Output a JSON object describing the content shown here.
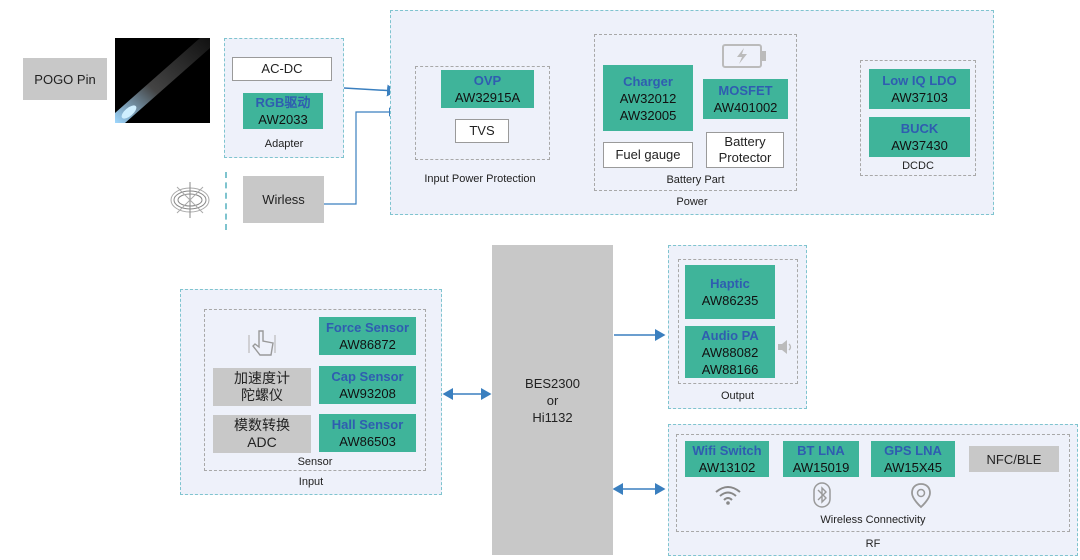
{
  "pogo": {
    "label": "POGO Pin"
  },
  "adapter": {
    "acdc": "AC-DC",
    "rgb_title": "RGB驱动",
    "rgb_part": "AW2033",
    "caption": "Adapter"
  },
  "wireless": {
    "label": "Wirless"
  },
  "power": {
    "caption": "Power",
    "input_protection": {
      "caption": "Input Power Protection",
      "ovp_title": "OVP",
      "ovp_part": "AW32915A",
      "tvs": "TVS"
    },
    "battery": {
      "caption": "Battery Part",
      "charger_title": "Charger",
      "charger_parts": [
        "AW32012",
        "AW32005"
      ],
      "mosfet_title": "MOSFET",
      "mosfet_part": "AW401002",
      "fuel_gauge": "Fuel gauge",
      "protector": [
        "Battery",
        "Protector"
      ]
    },
    "dcdc": {
      "caption": "DCDC",
      "ldo_title": "Low IQ LDO",
      "ldo_part": "AW37103",
      "buck_title": "BUCK",
      "buck_part": "AW37430"
    }
  },
  "soc": {
    "lines": [
      "BES2300",
      "or",
      "Hi1132"
    ]
  },
  "input": {
    "caption": "Input",
    "sensor_caption": "Sensor",
    "force_title": "Force Sensor",
    "force_part": "AW86872",
    "accel": [
      "加速度计",
      "陀螺仪"
    ],
    "cap_title": "Cap Sensor",
    "cap_part": "AW93208",
    "adc": [
      "模数转换",
      "ADC"
    ],
    "hall_title": "Hall Sensor",
    "hall_part": "AW86503"
  },
  "output": {
    "caption": "Output",
    "haptic_title": "Haptic",
    "haptic_part": "AW86235",
    "audio_title": "Audio PA",
    "audio_parts": [
      "AW88082",
      "AW88166"
    ]
  },
  "rf": {
    "caption": "RF",
    "conn_caption": "Wireless Connectivity",
    "wifi_title": "Wifi Switch",
    "wifi_part": "AW13102",
    "bt_title": "BT LNA",
    "bt_part": "AW15019",
    "gps_title": "GPS LNA",
    "gps_part": "AW15X45",
    "nfc": "NFC/BLE"
  },
  "icons": {
    "accent": "#3fb49a",
    "title_blue": "#2f5db0",
    "arrow": "#3a7fbf"
  }
}
